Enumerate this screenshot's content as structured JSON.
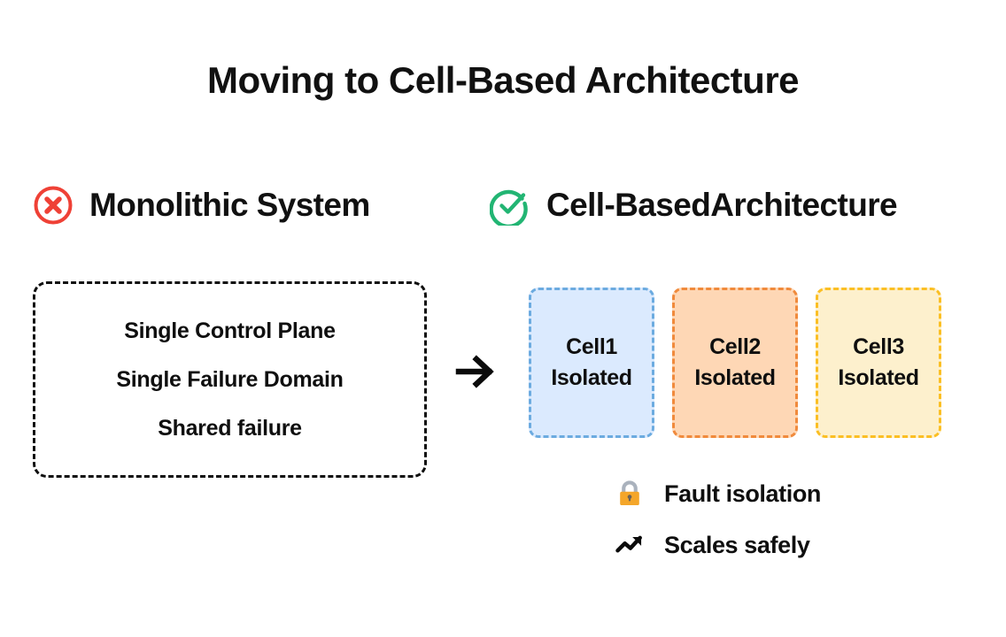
{
  "title": "Moving to Cell-Based Architecture",
  "colors": {
    "background": "#ffffff",
    "text": "#111111",
    "error": "#ef4136",
    "success": "#22b573",
    "monolith_border": "#0f0f0f",
    "cell1_fill": "#dbeafe",
    "cell1_border": "#6cabe0",
    "cell2_fill": "#fed7b5",
    "cell2_border": "#f08a3c",
    "cell3_fill": "#fdf0cd",
    "cell3_border": "#fbbf24",
    "lock_body": "#f4a62a",
    "lock_shackle": "#aab2bd"
  },
  "left_column": {
    "icon": "circle-x-icon",
    "heading": "Monolithic System",
    "box": {
      "lines": [
        "Single Control Plane",
        "Single Failure Domain",
        "Shared failure"
      ]
    }
  },
  "transition": {
    "icon": "arrow-right-icon"
  },
  "right_column": {
    "icon": "circle-check-icon",
    "heading": "Cell-BasedArchitecture",
    "cells": [
      {
        "name": "Cell1",
        "state": "Isolated",
        "fill": "#dbeafe",
        "border": "#6cabe0"
      },
      {
        "name": "Cell2",
        "state": "Isolated",
        "fill": "#fed7b5",
        "border": "#f08a3c"
      },
      {
        "name": "Cell3",
        "state": "Isolated",
        "fill": "#fdf0cd",
        "border": "#fbbf24"
      }
    ],
    "features": [
      {
        "icon": "lock-icon",
        "label": "Fault isolation"
      },
      {
        "icon": "trending-up-icon",
        "label": "Scales safely"
      }
    ]
  }
}
